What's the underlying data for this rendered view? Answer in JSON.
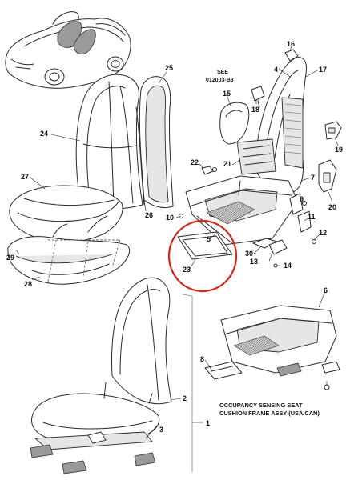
{
  "diagram": {
    "reference": {
      "line1": "SEE",
      "line2": "012003-B3"
    },
    "caption": {
      "line1": "OCCUPANCY SENSING SEAT",
      "line2": "CUSHION FRAME ASSY (USA/CAN)"
    },
    "callouts": {
      "c1": "1",
      "c2": "2",
      "c3": "3",
      "c4": "4",
      "c5": "5",
      "c6": "6",
      "c7": "7",
      "c8": "8",
      "c9": "9",
      "c10": "10",
      "c11": "11",
      "c12": "12",
      "c13": "13",
      "c14": "14",
      "c15": "15",
      "c16": "16",
      "c17": "17",
      "c18": "18",
      "c19": "19",
      "c20": "20",
      "c21": "21",
      "c22": "22",
      "c23": "23",
      "c24": "24",
      "c25": "25",
      "c26": "26",
      "c27": "27",
      "c28": "28",
      "c29": "29",
      "c30": "30"
    },
    "highlight_color": "#d9261c"
  }
}
